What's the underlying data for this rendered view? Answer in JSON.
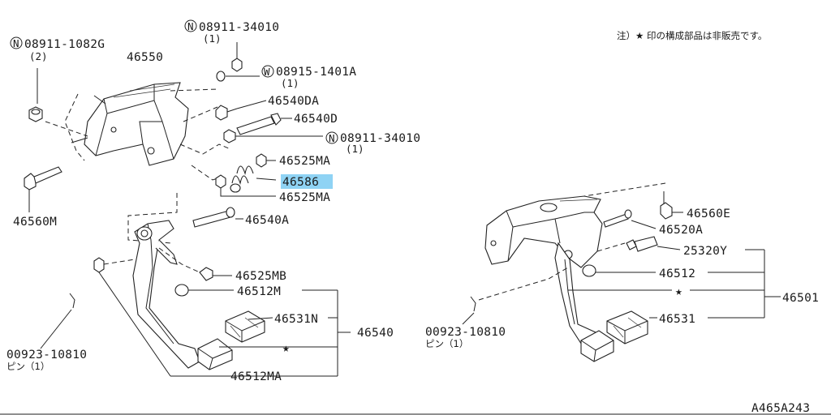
{
  "note": "注）★ 印の構成部品は非販売です。",
  "diagram_id": "A465A243",
  "labels": {
    "p08911_1082G": "08911-1082G",
    "p08911_1082G_qty": "(2)",
    "p46550": "46550",
    "p08911_34010_top": "08911-34010",
    "p08911_34010_top_qty": "(1)",
    "p08915_1401A": "08915-1401A",
    "p08915_1401A_qty": "(1)",
    "p46540DA": "46540DA",
    "p46540D": "46540D",
    "p08911_34010_mid": "08911-34010",
    "p08911_34010_mid_qty": "(1)",
    "p46525MA_top": "46525MA",
    "p46586": "46586",
    "p46525MA_bot": "46525MA",
    "p46560M": "46560M",
    "p46540A": "46540A",
    "p46525MB": "46525MB",
    "p46512M": "46512M",
    "p46531N": "46531N",
    "p46540": "46540",
    "p00923_left": "00923-10810",
    "p00923_left_sub": "ピン（1）",
    "p46512MA": "46512MA",
    "p46560E": "46560E",
    "p46520A": "46520A",
    "p25320Y": "25320Y",
    "p46512": "46512",
    "p46501": "46501",
    "p46531": "46531",
    "p00923_right": "00923-10810",
    "p00923_right_sub": "ピン（1）",
    "star": "★"
  },
  "prefix": {
    "N": "N",
    "W": "W"
  },
  "highlight_color": "#8fd3f4"
}
